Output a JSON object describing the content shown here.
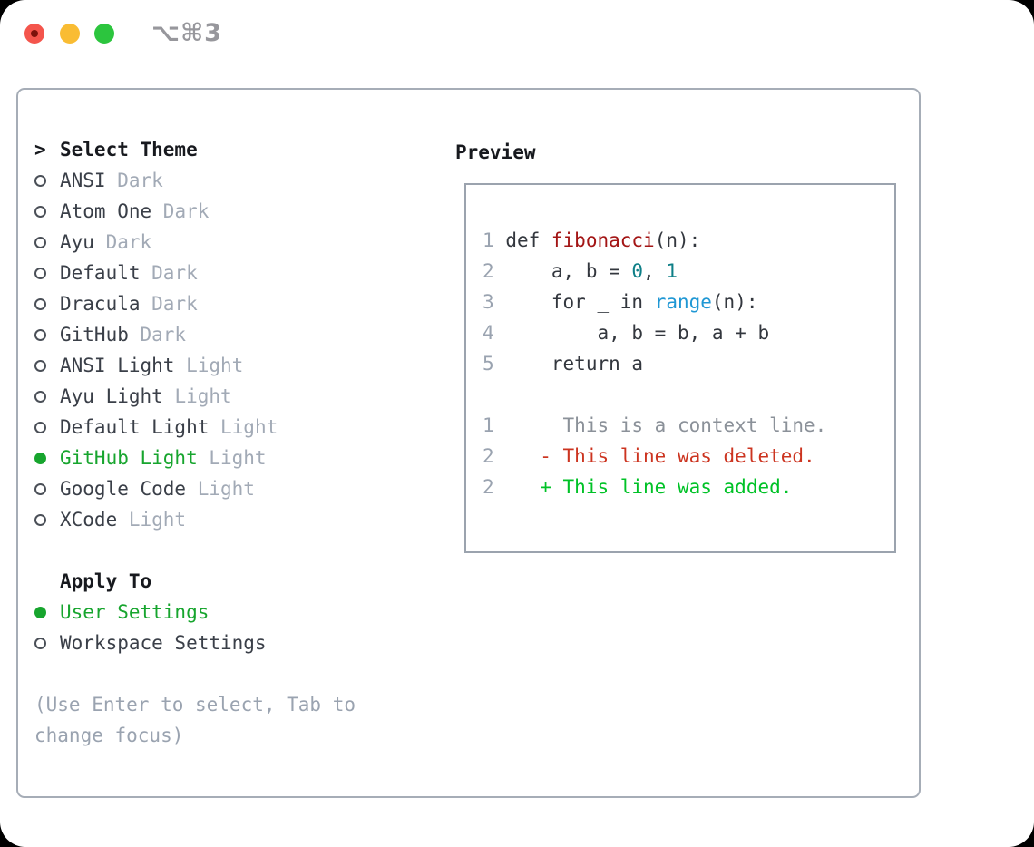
{
  "window": {
    "title": "⌥⌘3"
  },
  "colors": {
    "accent_green": "#17a52e",
    "added_green": "#00c227",
    "deleted_red": "#cc3420",
    "context_gray": "#8b9199",
    "function_red": "#a31515",
    "number_teal": "#0e7f87",
    "builtin_blue": "#1f97d4",
    "dim_gray": "#a2aab6",
    "text_dark": "#33373e",
    "border_gray": "#a6adb7",
    "traffic_red": "#f4554c",
    "traffic_yellow": "#f9bc33",
    "traffic_green": "#2cc53e"
  },
  "theme_selector": {
    "prompt": ">",
    "header": "Select Theme",
    "items": [
      {
        "name": "ANSI",
        "variant": "Dark",
        "selected": false
      },
      {
        "name": "Atom One",
        "variant": "Dark",
        "selected": false
      },
      {
        "name": "Ayu",
        "variant": "Dark",
        "selected": false
      },
      {
        "name": "Default",
        "variant": "Dark",
        "selected": false
      },
      {
        "name": "Dracula",
        "variant": "Dark",
        "selected": false
      },
      {
        "name": "GitHub",
        "variant": "Dark",
        "selected": false
      },
      {
        "name": "ANSI Light",
        "variant": "Light",
        "selected": false
      },
      {
        "name": "Ayu Light",
        "variant": "Light",
        "selected": false
      },
      {
        "name": "Default Light",
        "variant": "Light",
        "selected": false
      },
      {
        "name": "GitHub Light",
        "variant": "Light",
        "selected": true
      },
      {
        "name": "Google Code",
        "variant": "Light",
        "selected": false
      },
      {
        "name": "XCode",
        "variant": "Light",
        "selected": false
      }
    ],
    "apply_to": {
      "header": "Apply To",
      "options": [
        {
          "name": "User Settings",
          "selected": true
        },
        {
          "name": "Workspace Settings",
          "selected": false
        }
      ]
    },
    "help_text": "(Use Enter to select, Tab to change focus)"
  },
  "preview": {
    "header": "Preview",
    "code_lines": [
      {
        "num": "1",
        "tokens": [
          {
            "t": "def ",
            "c": "plain"
          },
          {
            "t": "fibonacci",
            "c": "func"
          },
          {
            "t": "(n):",
            "c": "plain"
          }
        ]
      },
      {
        "num": "2",
        "tokens": [
          {
            "t": "    a, b = ",
            "c": "plain"
          },
          {
            "t": "0",
            "c": "num"
          },
          {
            "t": ", ",
            "c": "plain"
          },
          {
            "t": "1",
            "c": "num"
          }
        ]
      },
      {
        "num": "3",
        "tokens": [
          {
            "t": "    for _ in ",
            "c": "plain"
          },
          {
            "t": "range",
            "c": "builtin"
          },
          {
            "t": "(n):",
            "c": "plain"
          }
        ]
      },
      {
        "num": "4",
        "tokens": [
          {
            "t": "        a, b = b, a + b",
            "c": "plain"
          }
        ]
      },
      {
        "num": "5",
        "tokens": [
          {
            "t": "    return a",
            "c": "plain"
          }
        ]
      }
    ],
    "diff_lines": [
      {
        "num": "1",
        "tokens": [
          {
            "t": "     This is a context line.",
            "c": "ctx"
          }
        ]
      },
      {
        "num": "2",
        "tokens": [
          {
            "t": "   ",
            "c": "plain"
          },
          {
            "t": "- This line was deleted.",
            "c": "del"
          }
        ]
      },
      {
        "num": "2",
        "tokens": [
          {
            "t": "   ",
            "c": "plain"
          },
          {
            "t": "+ This line was added.",
            "c": "add"
          }
        ]
      }
    ]
  }
}
